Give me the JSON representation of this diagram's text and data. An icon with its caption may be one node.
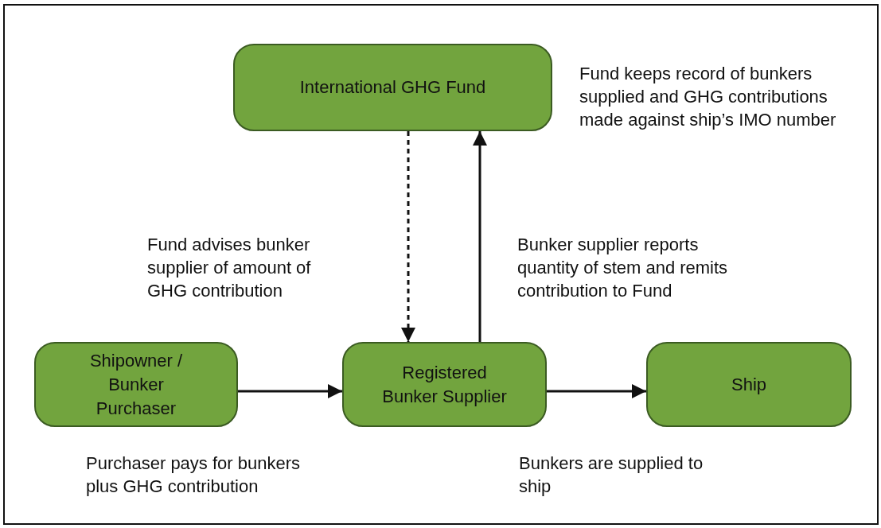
{
  "diagram": {
    "nodes": [
      {
        "text": [
          "International GHG Fund"
        ]
      },
      {
        "text": [
          "Shipowner / Bunker Purchaser"
        ]
      },
      {
        "text": [
          "Registered Bunker Supplier"
        ]
      },
      {
        "text": [
          "Ship"
        ]
      }
    ],
    "edges": [
      {
        "from": 0,
        "to": 2,
        "arrow": "to",
        "style": "dashed"
      },
      {
        "from": 2,
        "to": 0,
        "arrow": "to"
      },
      {
        "from": 1,
        "to": 2,
        "arrow": "to"
      },
      {
        "from": 2,
        "to": 3,
        "arrow": "to"
      }
    ],
    "labels": [
      "Fund keeps record of bunkers supplied and GHG contributions made against ship’s IMO number",
      "Fund advises bunker supplier of amount of GHG contribution",
      "Bunker supplier reports quantity of stem and remits contribution to Fund",
      "Purchaser pays for bunkers plus GHG contribution",
      "Bunkers are supplied to ship"
    ]
  }
}
